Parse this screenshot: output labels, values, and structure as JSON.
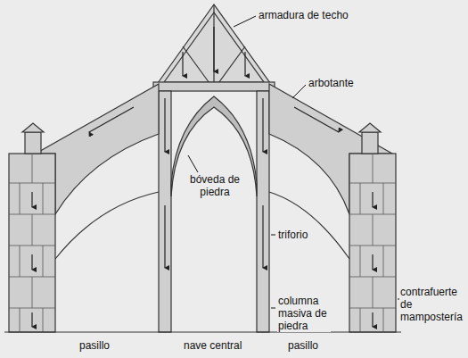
{
  "diagram": {
    "labels": [
      "armadura de techo",
      "arbotante",
      "bóveda de piedra",
      "triforio",
      "contrafuerte de mampostería",
      "columna masiva de piedra",
      "pasillo",
      "nave central",
      "pasillo"
    ]
  }
}
